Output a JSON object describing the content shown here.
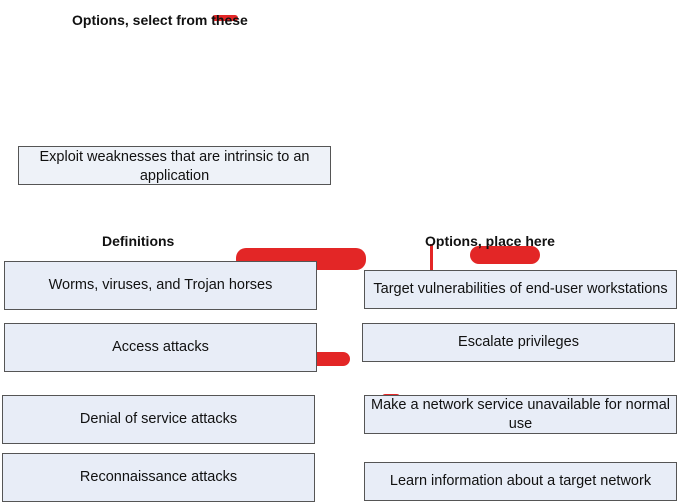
{
  "options_heading": "Options, select from these",
  "source_options": [
    "Exploit weaknesses that are intrinsic to an application"
  ],
  "definitions_heading": "Definitions",
  "targets_heading": "Options, place here",
  "definitions": [
    "Worms, viruses, and Trojan horses",
    "Access attacks",
    "Denial of service attacks",
    "Reconnaissance attacks"
  ],
  "placed_options": [
    "Target vulnerabilities of end-user workstations",
    "Escalate privileges",
    "Make a network service unavailable for normal use",
    "Learn information about a target network"
  ],
  "colors": {
    "box_fill": "#e8edf7",
    "box_border": "#555555",
    "watermark": "#e32626"
  }
}
